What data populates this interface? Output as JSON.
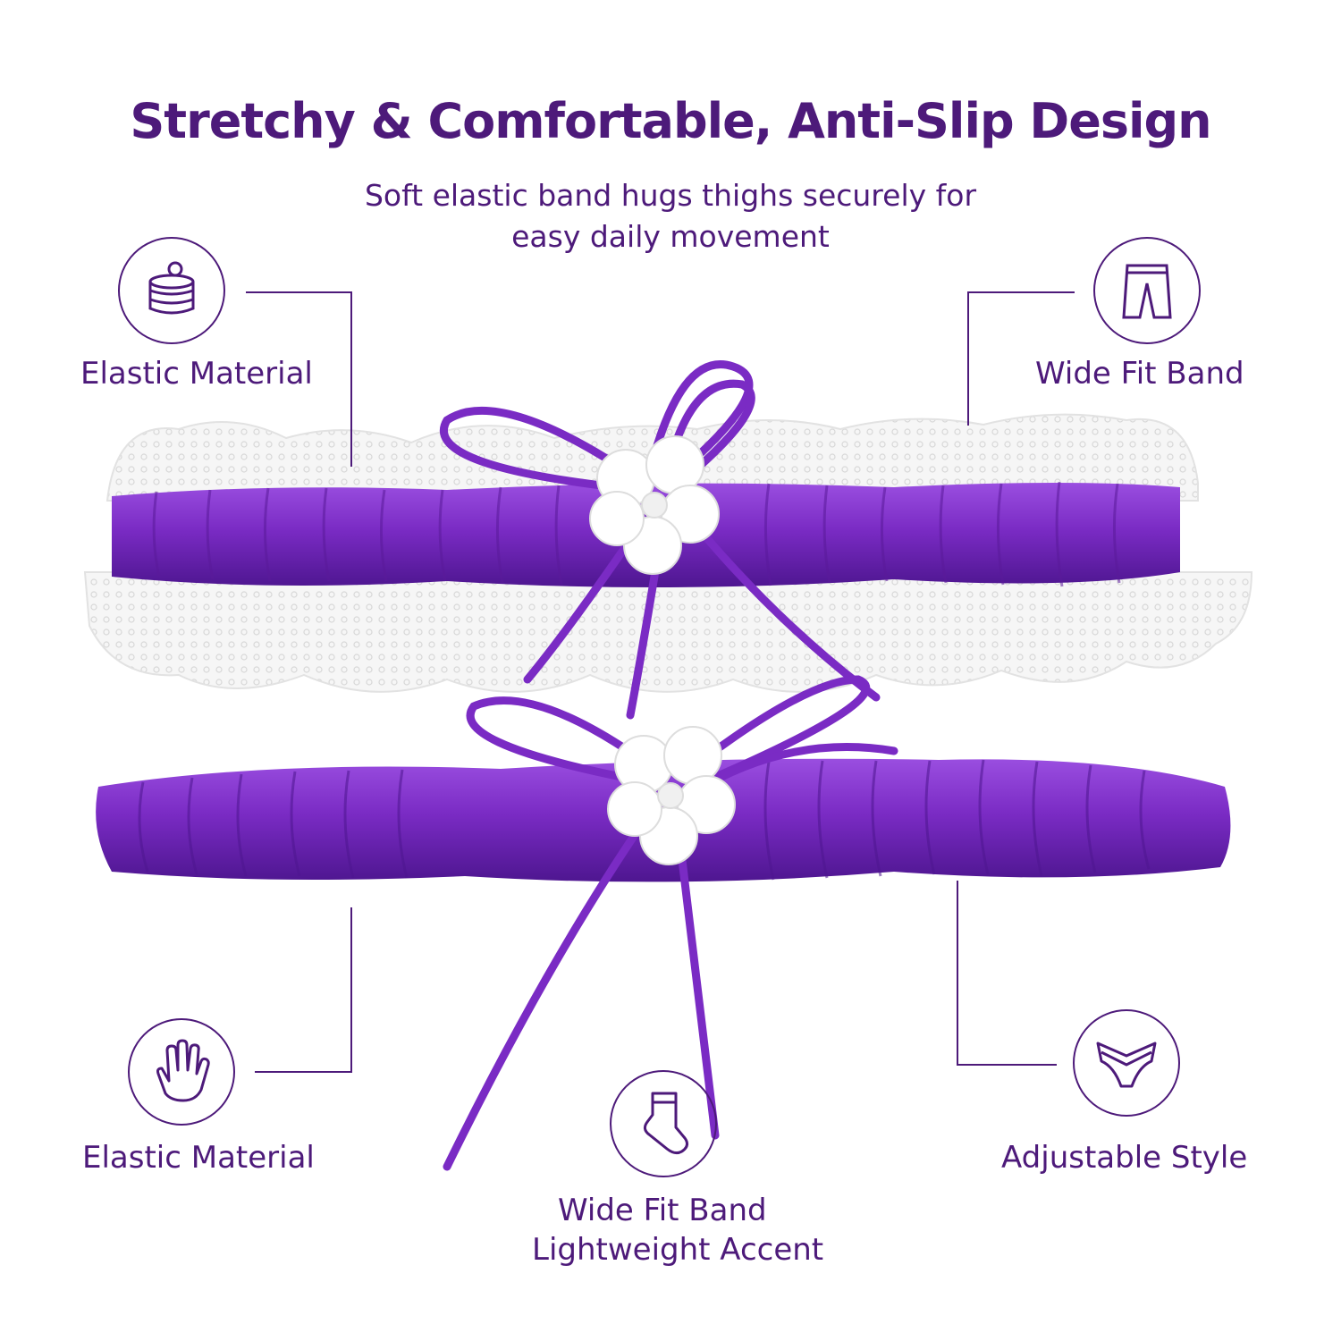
{
  "header": {
    "title": "Stretchy & Comfortable, Anti-Slip Design",
    "subtitle_line1": "Soft elastic band hugs thighs securely for",
    "subtitle_line2": "easy daily movement"
  },
  "features": {
    "top_left": {
      "label": "Elastic Material",
      "icon": "cake-layers-icon"
    },
    "top_right": {
      "label": "Wide Fit Band",
      "icon": "pants-icon"
    },
    "bottom_left": {
      "label": "Elastic Material",
      "icon": "hand-icon"
    },
    "bottom_center": {
      "label_line1": "Wide Fit Band",
      "label_line2": "Lightweight Accent",
      "icon": "sock-icon"
    },
    "bottom_right": {
      "label": "Adjustable Style",
      "icon": "underwear-icon"
    }
  },
  "colors": {
    "text": "#4d1a7a",
    "satin": "#7a2bc4",
    "satin_dark": "#4e1690",
    "lace": "#f4f4f4"
  }
}
